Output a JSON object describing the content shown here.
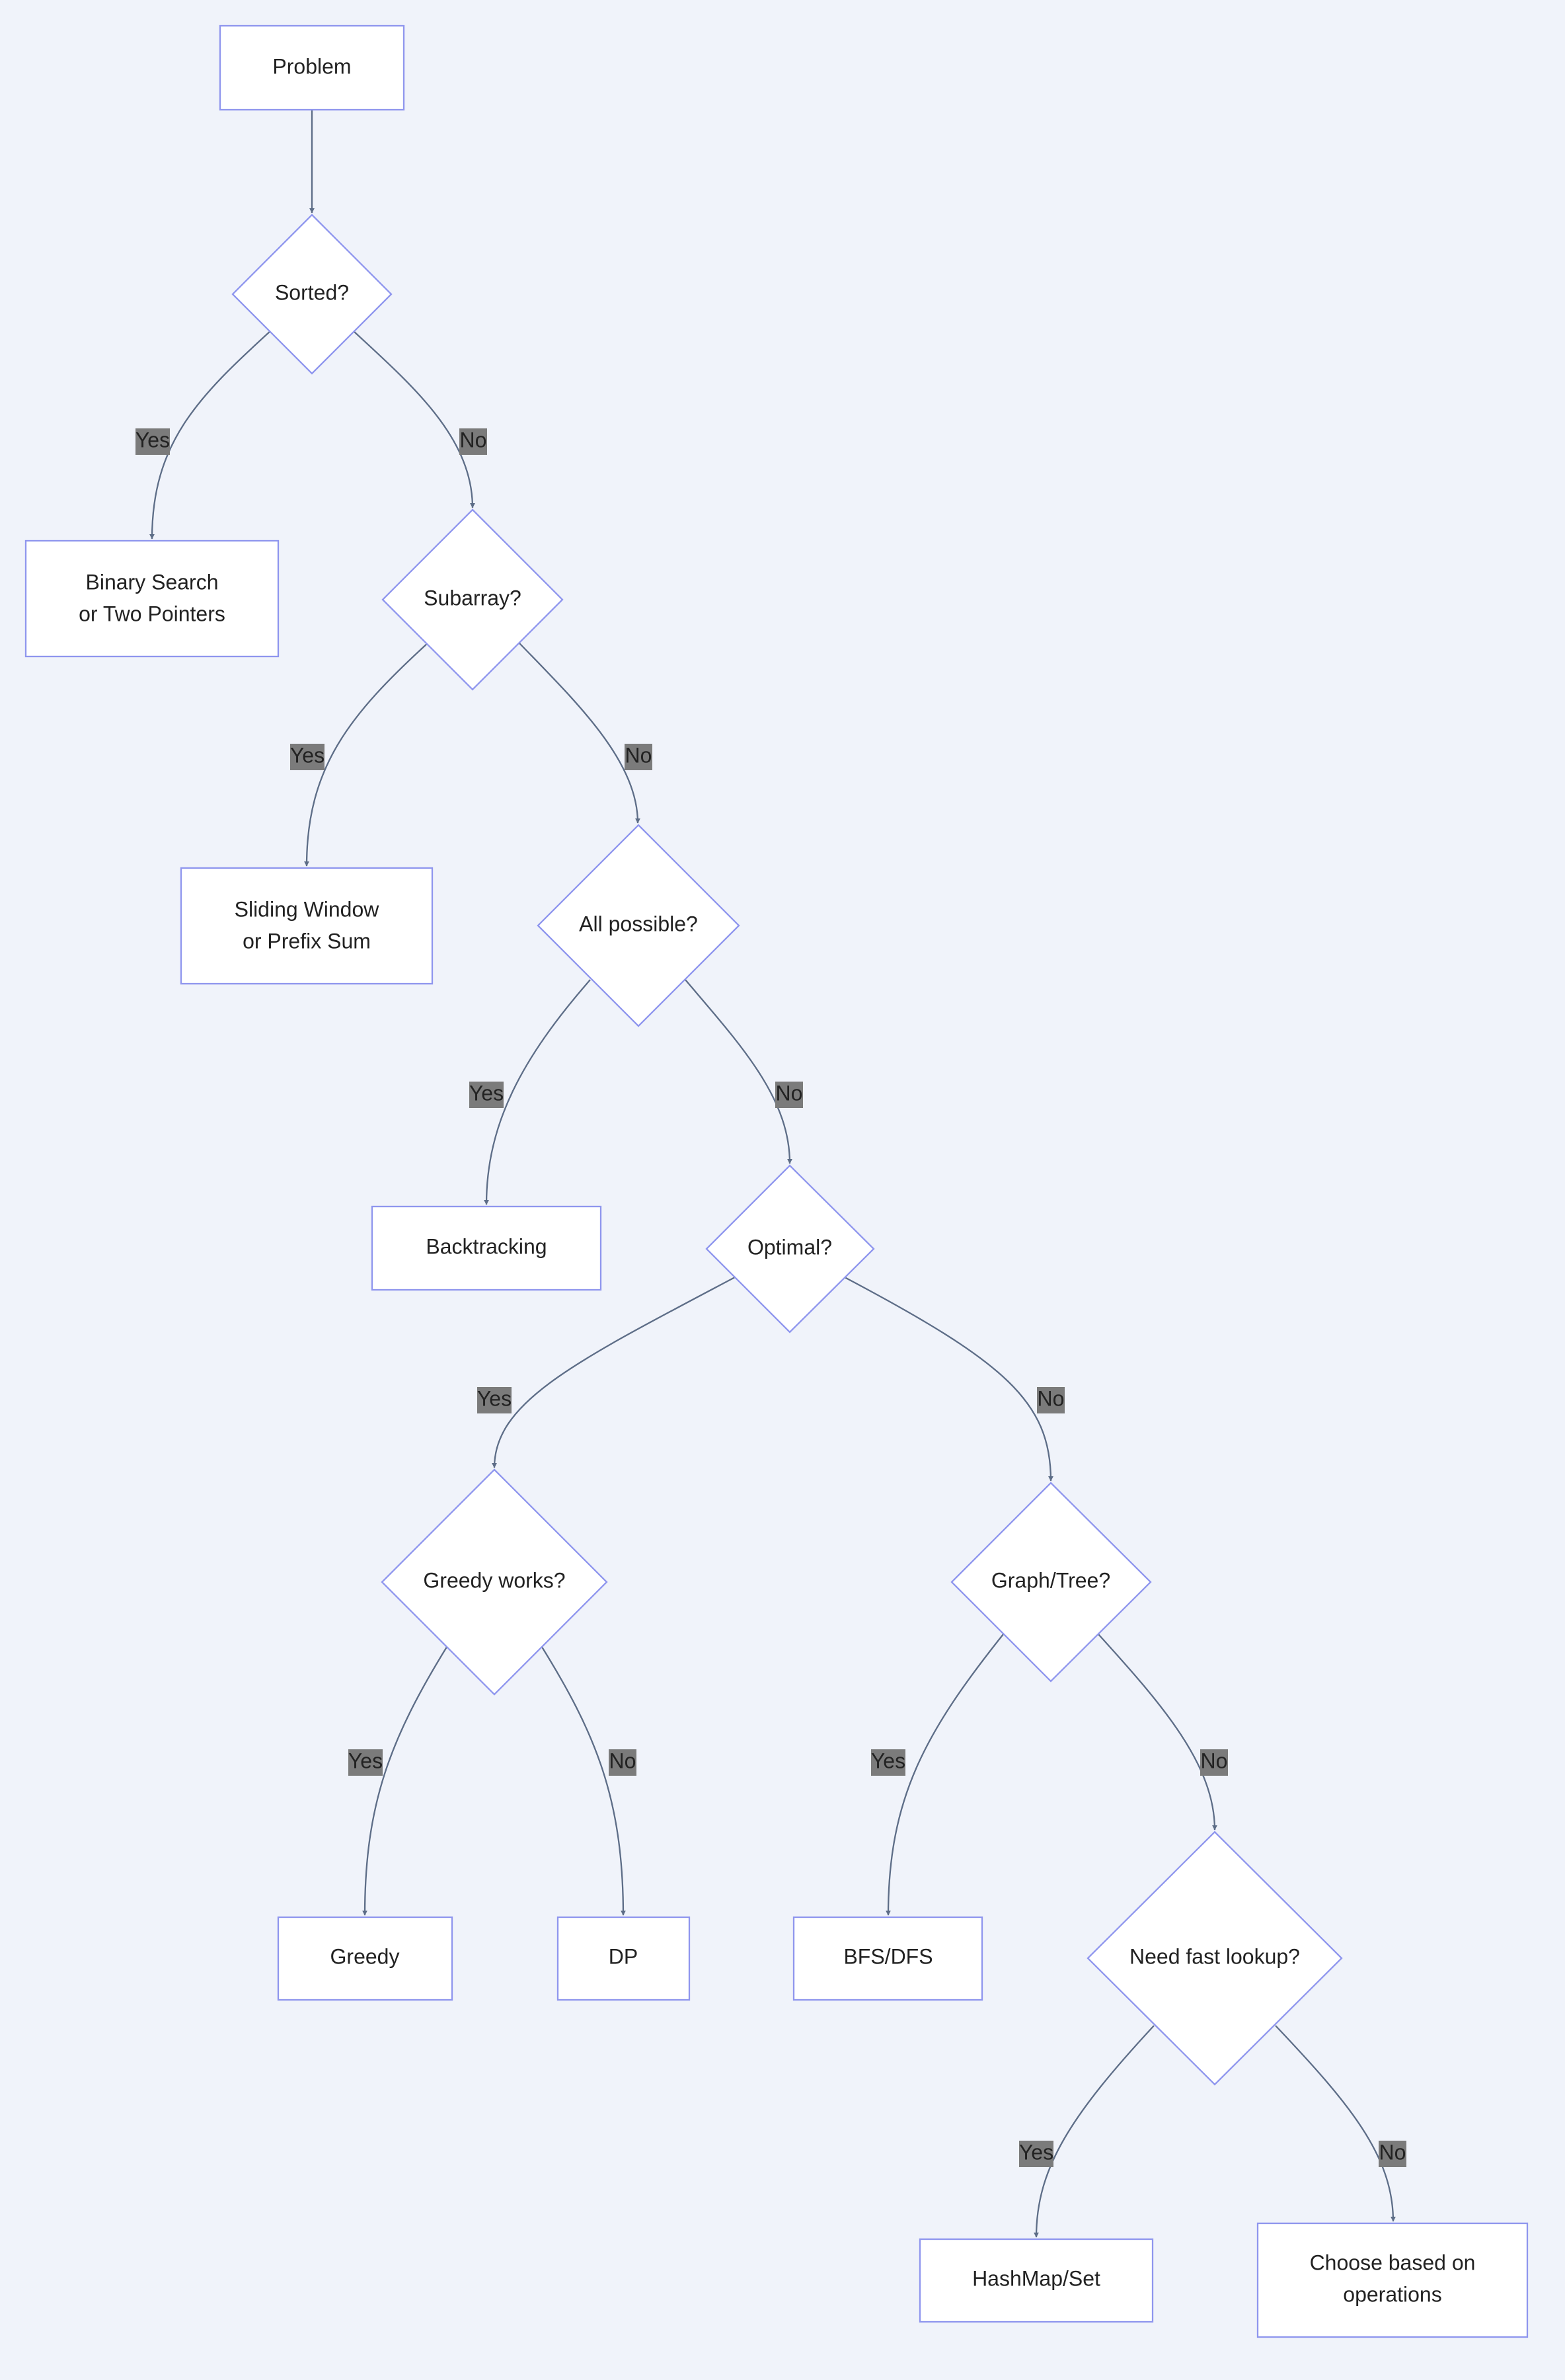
{
  "nodes": {
    "problem": "Problem",
    "sorted": "Sorted?",
    "binary_search": [
      "Binary Search",
      "or Two Pointers"
    ],
    "subarray": "Subarray?",
    "sliding_window": [
      "Sliding Window",
      "or Prefix Sum"
    ],
    "all_possible": "All possible?",
    "backtracking": "Backtracking",
    "optimal": "Optimal?",
    "greedy_works": "Greedy works?",
    "graph_tree": "Graph/Tree?",
    "greedy": "Greedy",
    "dp": "DP",
    "bfs_dfs": "BFS/DFS",
    "need_fast_lookup": "Need fast lookup?",
    "hashmap_set": "HashMap/Set",
    "choose_based": [
      "Choose based on",
      "operations"
    ]
  },
  "edge_labels": {
    "yes": "Yes",
    "no": "No"
  },
  "colors": {
    "background": "#f0f3fa",
    "node_fill": "#ffffff",
    "node_stroke": "#8f96ee",
    "edge": "#5d6d87",
    "label_bg": "#7b7b7b",
    "text": "#222222"
  }
}
